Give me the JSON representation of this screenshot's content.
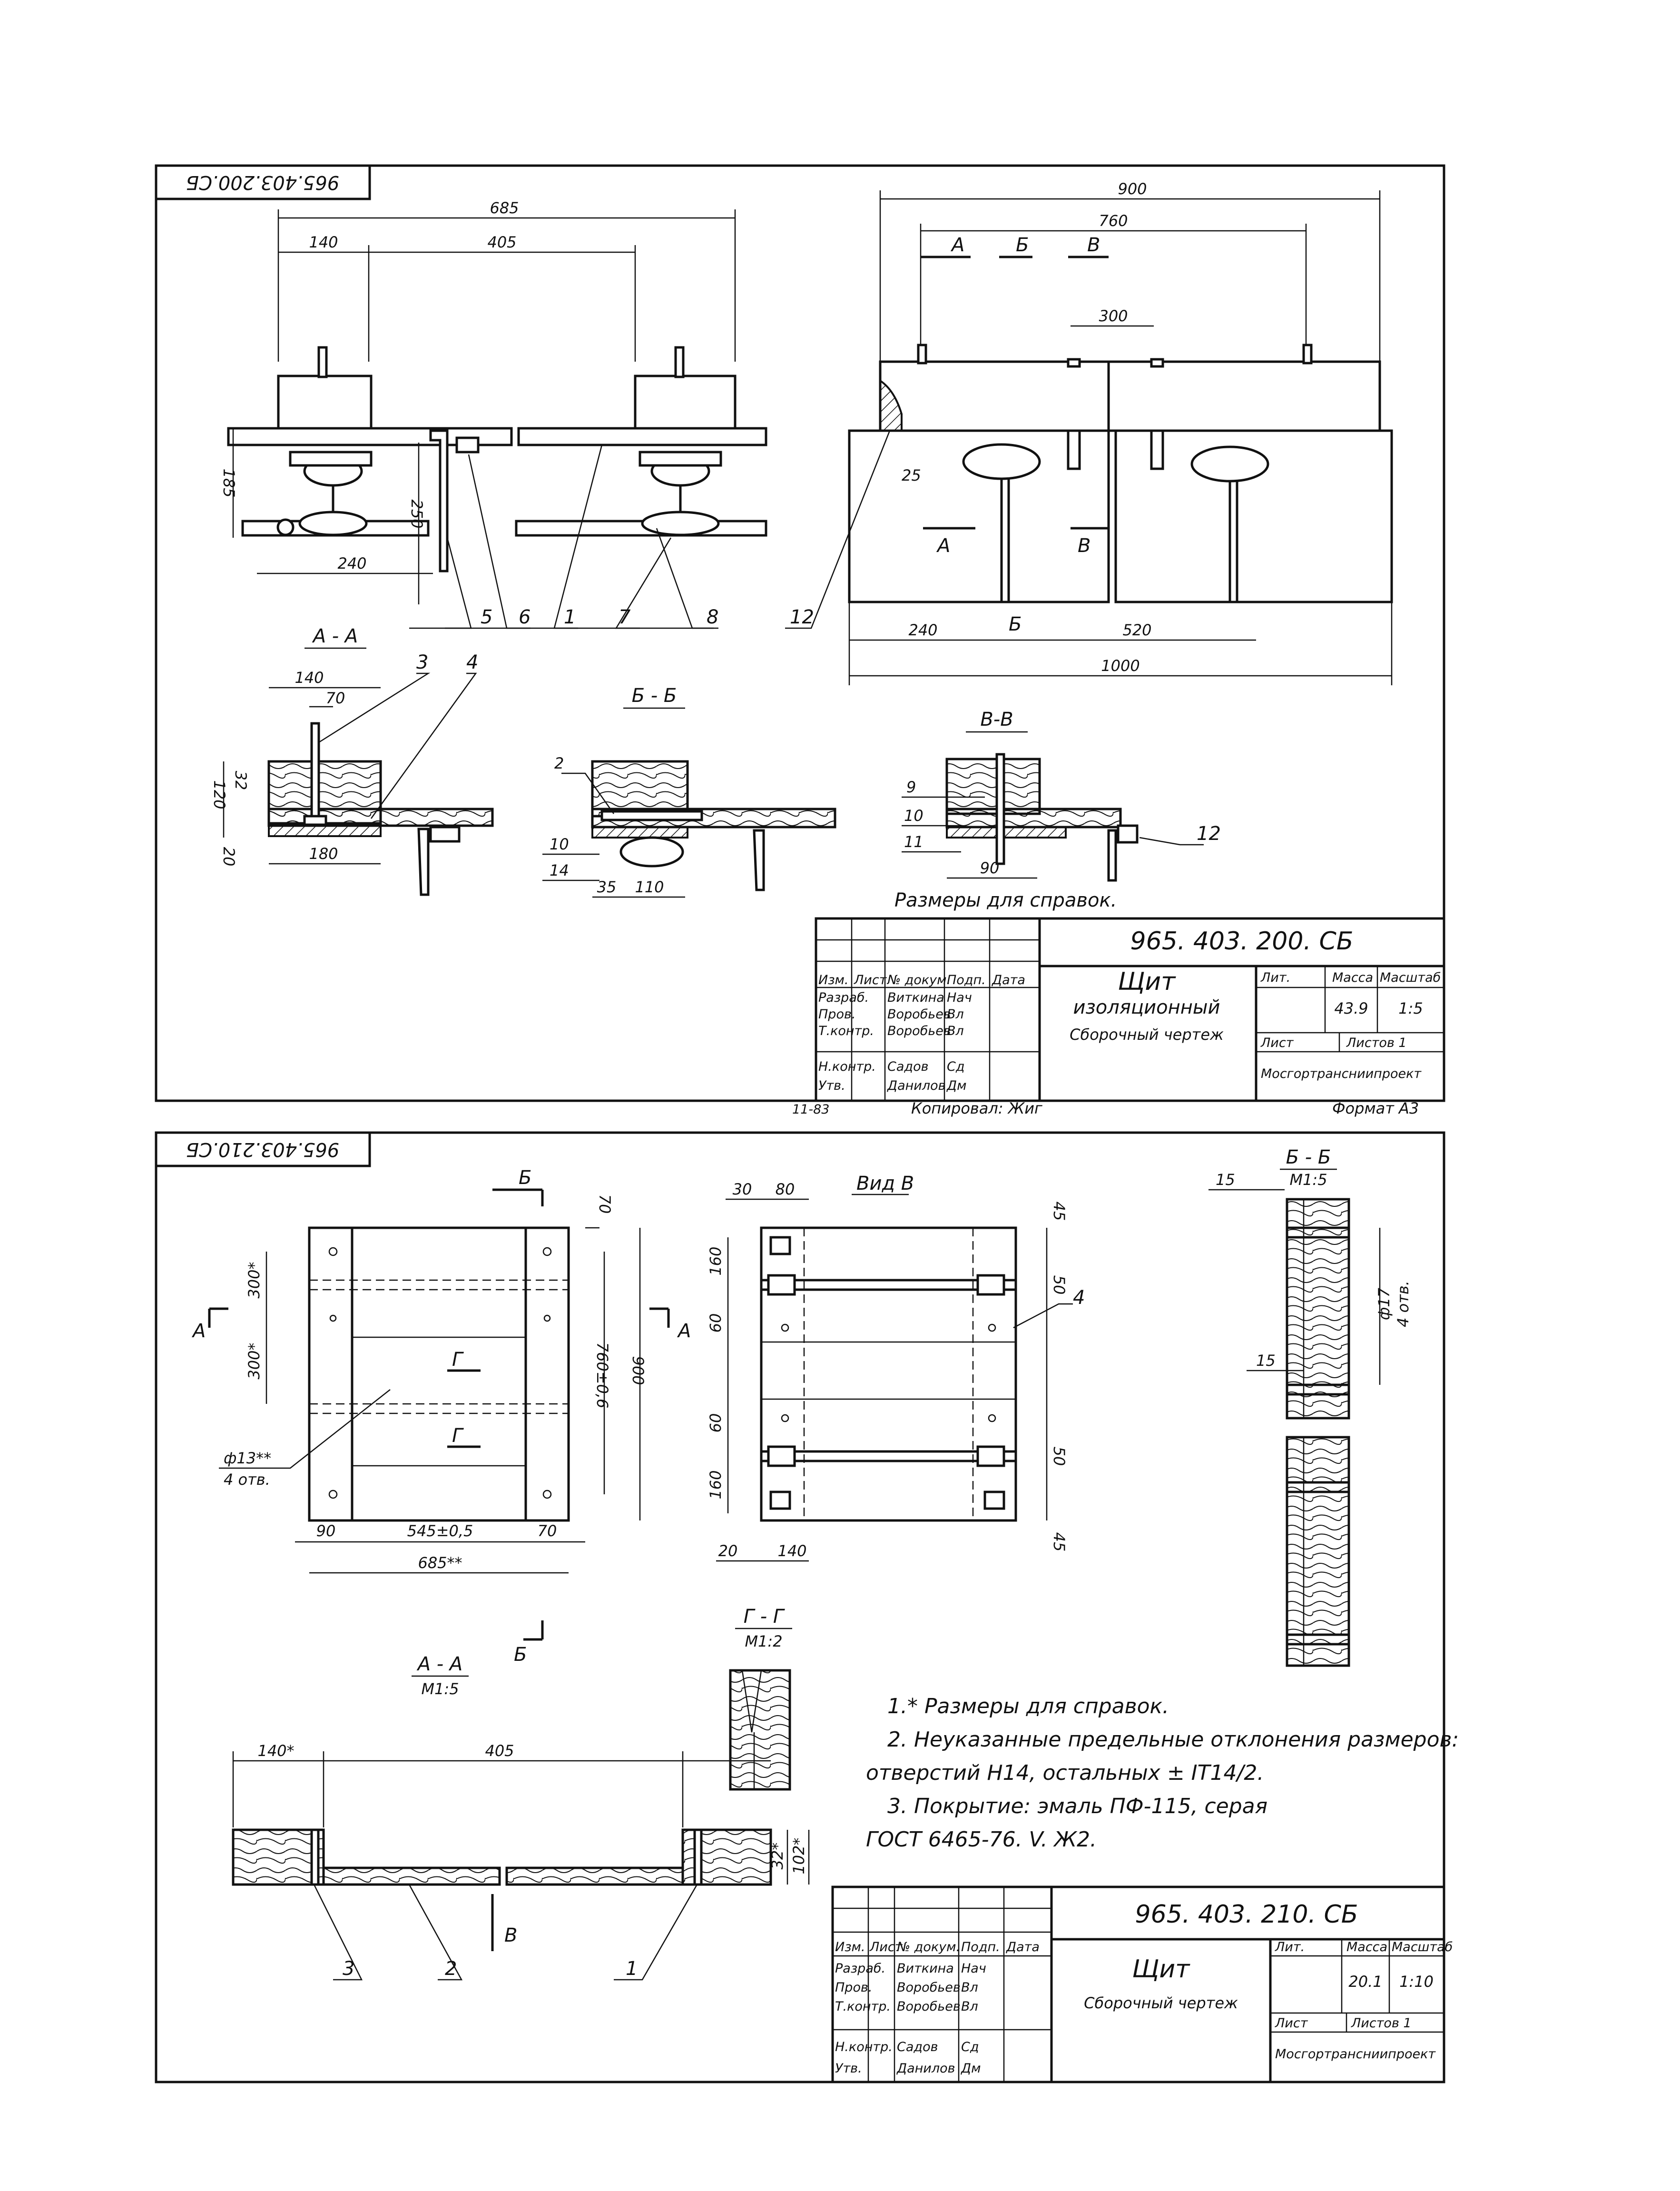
{
  "colors": {
    "ink": "#111111",
    "paper": "#ffffff"
  },
  "sheet1": {
    "stamp_code": "965.403.200.СБ",
    "dimensions": {
      "d685": "685",
      "d140": "140",
      "d405": "405",
      "d185": "185",
      "d250": "250",
      "d240a": "240",
      "d900": "900",
      "d760": "760",
      "d300": "300",
      "d25": "25",
      "d240b": "240",
      "d520": "520",
      "d1000": "1000",
      "aa_140": "140",
      "aa_70": "70",
      "aa_120": "120",
      "aa_32": "32",
      "aa_20": "20",
      "aa_180": "180",
      "bb_35": "35",
      "bb_110": "110",
      "bb_10": "10",
      "bb_14": "14",
      "vv_90": "90"
    },
    "section_marks": {
      "a": "А",
      "b": "Б",
      "v": "В"
    },
    "section_titles": {
      "aa": "А - А",
      "bb": "Б - Б",
      "vv": "В-В"
    },
    "callouts": {
      "c1": "1",
      "c2": "2",
      "c3": "3",
      "c4": "4",
      "c5": "5",
      "c6": "6",
      "c7": "7",
      "c8": "8",
      "c9": "9",
      "c10": "10",
      "c11": "11",
      "c12a": "12",
      "c12b": "12"
    },
    "reference_note": "Размеры для справок.",
    "title_block": {
      "doc_code": "965. 403. 200. СБ",
      "title_line1": "Щит",
      "title_line2": "изоляционный",
      "title_line3": "Сборочный чертеж",
      "lit_label": "Лит.",
      "mass_label": "Масса",
      "scale_label": "Масштаб",
      "mass": "43.9",
      "scale": "1:5",
      "sheet_label": "Лист",
      "sheets_label": "Листов 1",
      "org": "Мосгортрансниипроект",
      "col_headers": [
        "Изм.",
        "Лист",
        "№ докум.",
        "Подп.",
        "Дата"
      ],
      "rows": [
        {
          "role": "Разраб.",
          "name": "Виткина",
          "sign": "Нач"
        },
        {
          "role": "Пров.",
          "name": "Воробьев",
          "sign": "Вл"
        },
        {
          "role": "Т.контр.",
          "name": "Воробьев",
          "sign": "Вл"
        },
        {
          "role": "Н.контр.",
          "name": "Садов",
          "sign": "Сд"
        },
        {
          "role": "Утв.",
          "name": "Данилов",
          "sign": "Дм"
        }
      ]
    },
    "footer_date": "11-83",
    "footer_copied": "Копировал: Жиг",
    "footer_format": "Формат А3"
  },
  "sheet2": {
    "stamp_code": "965.403.210.СБ",
    "section_marks": {
      "a": "А",
      "b": "Б",
      "g": "Г"
    },
    "view_title": "Вид В",
    "dimensions": {
      "p_70": "70",
      "p_300a": "300*",
      "p_300b": "300*",
      "p_760": "760±0,6",
      "p_900": "900",
      "p_hole": "ф13**",
      "p_hole_n": "4 отв.",
      "p_90": "90",
      "p_545": "545±0,5",
      "p_70b": "70",
      "p_685": "685**",
      "v_30": "30",
      "v_80": "80",
      "v_45a": "45",
      "v_160a": "160",
      "v_50a": "50",
      "v_60a": "60",
      "v_60b": "60",
      "v_50b": "50",
      "v_160b": "160",
      "v_45b": "45",
      "v_20": "20",
      "v_140": "140",
      "b_15a": "15",
      "b_15b": "15",
      "b_hole": "ф17",
      "b_hole_n": "4 отв.",
      "aa_140": "140*",
      "aa_405": "405",
      "aa_32": "32*",
      "aa_102": "102*"
    },
    "section_titles": {
      "bb": "Б - Б",
      "bb_scale": "М1:5",
      "gg": "Г - Г",
      "gg_scale": "М1:2",
      "aa": "А - А",
      "aa_scale": "М1:5"
    },
    "callouts": {
      "c1": "1",
      "c2": "2",
      "c3": "3",
      "c4": "4",
      "cv": "В"
    },
    "notes": [
      "1.* Размеры для справок.",
      "2. Неуказанные предельные отклонения размеров:",
      "отверстий H14, остальных ± IT14/2.",
      "3. Покрытие: эмаль ПФ-115, серая",
      "ГОСТ 6465-76. V. Ж2."
    ],
    "title_block": {
      "doc_code": "965. 403. 210. СБ",
      "title_line1": "Щит",
      "title_line2": "Сборочный чертеж",
      "lit_label": "Лит.",
      "mass_label": "Масса",
      "scale_label": "Масштаб",
      "mass": "20.1",
      "scale": "1:10",
      "sheet_label": "Лист",
      "sheets_label": "Листов 1",
      "org": "Мосгортрансниипроект",
      "col_headers": [
        "Изм.",
        "Лист",
        "№ докум.",
        "Подп.",
        "Дата"
      ],
      "rows": [
        {
          "role": "Разраб.",
          "name": "Виткина",
          "sign": "Нач"
        },
        {
          "role": "Пров.",
          "name": "Воробьев",
          "sign": "Вл"
        },
        {
          "role": "Т.контр.",
          "name": "Воробьев",
          "sign": "Вл"
        },
        {
          "role": "Н.контр.",
          "name": "Садов",
          "sign": "Сд"
        },
        {
          "role": "Утв.",
          "name": "Данилов",
          "sign": "Дм"
        }
      ]
    }
  }
}
